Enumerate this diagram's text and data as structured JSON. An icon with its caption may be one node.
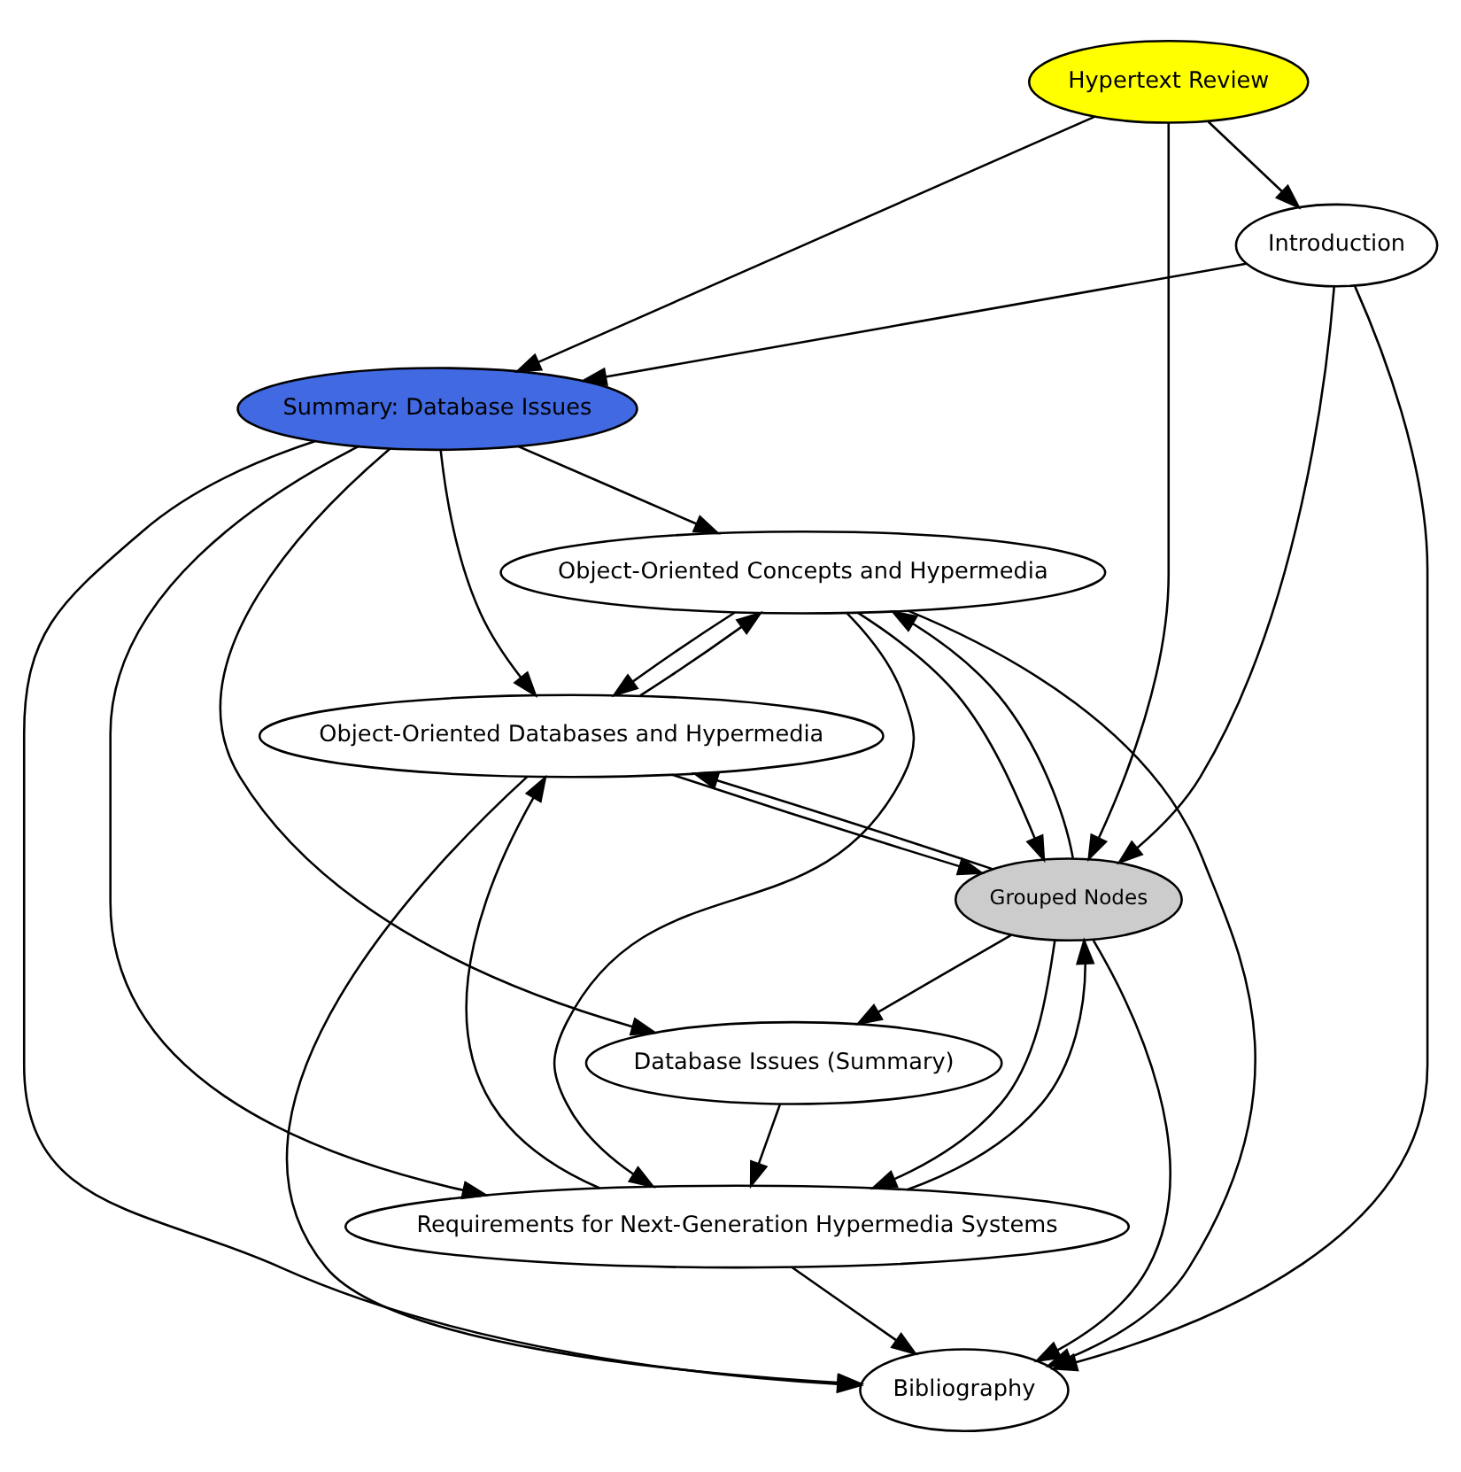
{
  "diagram": {
    "nodes": [
      {
        "text": [
          "Hypertext Review"
        ]
      },
      {
        "text": [
          "Introduction"
        ]
      },
      {
        "text": [
          "Summary: Database Issues"
        ]
      },
      {
        "text": [
          "Object-Oriented Concepts and Hypermedia"
        ]
      },
      {
        "text": [
          "Object-Oriented Databases and Hypermedia"
        ]
      },
      {
        "text": [
          "Grouped Nodes"
        ]
      },
      {
        "text": [
          "Database Issues (Summary)"
        ]
      },
      {
        "text": [
          "Requirements for Next-Generation Hypermedia Systems"
        ]
      },
      {
        "text": [
          "Bibliography"
        ]
      }
    ],
    "edges": [
      {
        "from": 0,
        "to": 2,
        "arrow": "to"
      },
      {
        "from": 0,
        "to": 1,
        "arrow": "to"
      },
      {
        "from": 0,
        "to": 5,
        "arrow": "to"
      },
      {
        "from": 1,
        "to": 2,
        "arrow": "to"
      },
      {
        "from": 1,
        "to": 5,
        "arrow": "to"
      },
      {
        "from": 1,
        "to": 8,
        "arrow": "to"
      },
      {
        "from": 2,
        "to": 3,
        "arrow": "to"
      },
      {
        "from": 2,
        "to": 4,
        "arrow": "to"
      },
      {
        "from": 2,
        "to": 6,
        "arrow": "to"
      },
      {
        "from": 2,
        "to": 7,
        "arrow": "to"
      },
      {
        "from": 2,
        "to": 8,
        "arrow": "to"
      },
      {
        "from": 3,
        "to": 4,
        "arrow": "to"
      },
      {
        "from": 4,
        "to": 3,
        "arrow": "to"
      },
      {
        "from": 3,
        "to": 5,
        "arrow": "to"
      },
      {
        "from": 5,
        "to": 3,
        "arrow": "to"
      },
      {
        "from": 3,
        "to": 7,
        "arrow": "to"
      },
      {
        "from": 3,
        "to": 8,
        "arrow": "to"
      },
      {
        "from": 4,
        "to": 5,
        "arrow": "to"
      },
      {
        "from": 5,
        "to": 4,
        "arrow": "to"
      },
      {
        "from": 4,
        "to": 8,
        "arrow": "to"
      },
      {
        "from": 7,
        "to": 4,
        "arrow": "to"
      },
      {
        "from": 5,
        "to": 6,
        "arrow": "to"
      },
      {
        "from": 5,
        "to": 7,
        "arrow": "to"
      },
      {
        "from": 7,
        "to": 5,
        "arrow": "to"
      },
      {
        "from": 5,
        "to": 8,
        "arrow": "to"
      },
      {
        "from": 6,
        "to": 7,
        "arrow": "to"
      },
      {
        "from": 7,
        "to": 8,
        "arrow": "to"
      }
    ]
  }
}
